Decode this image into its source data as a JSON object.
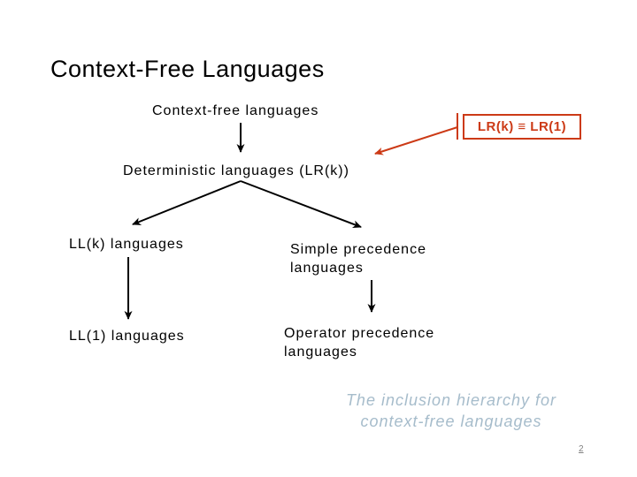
{
  "slide": {
    "title": "Context-Free Languages",
    "page_number": "2"
  },
  "diagram": {
    "nodes": {
      "context_free": "Context-free languages",
      "deterministic": "Deterministic languages (LR(k))",
      "llk": "LL(k) languages",
      "ll1": "LL(1) languages",
      "simple_precedence_line1": "Simple precedence",
      "simple_precedence_line2": "languages",
      "operator_precedence_line1": "Operator precedence",
      "operator_precedence_line2": "languages"
    },
    "callout": {
      "label": "LR(k) ≡ LR(1)"
    },
    "caption": {
      "line1": "The inclusion hierarchy for",
      "line2": "context-free languages"
    }
  },
  "colors": {
    "text": "#000000",
    "accent_red": "#cc3a16",
    "caption_blue": "#a6bccb",
    "page_gray": "#808080",
    "bg": "#ffffff"
  }
}
